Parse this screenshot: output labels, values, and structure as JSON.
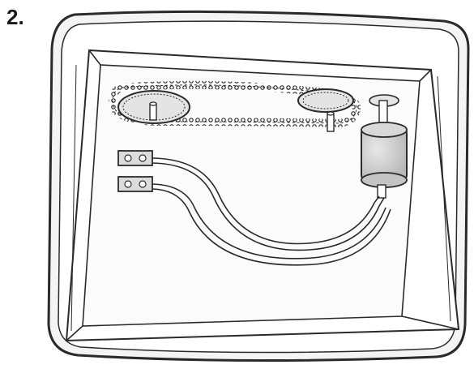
{
  "figure": {
    "number_label": "2."
  },
  "colors": {
    "ink": "#2a2a2a",
    "paper": "#ffffff",
    "panel_fill": "#f7f7f7",
    "gear_fill": "#e4e4e4",
    "motor_fill": "#d2d2d2",
    "terminal_fill": "#dcdcdc"
  },
  "diagram": {
    "components": [
      "frame",
      "inner-box",
      "chain-loop",
      "large-sprocket",
      "small-sprocket",
      "motor-pinion",
      "electric-motor",
      "terminal-blocks",
      "wires"
    ]
  }
}
